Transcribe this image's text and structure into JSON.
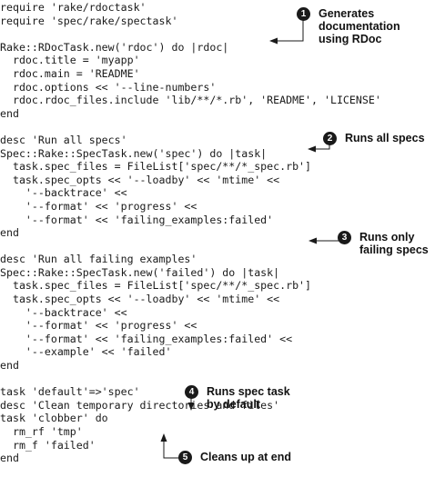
{
  "code_lines": [
    "require 'rake/rdoctask'",
    "require 'spec/rake/spectask'",
    "",
    "Rake::RDocTask.new('rdoc') do |rdoc|",
    "  rdoc.title = 'myapp'",
    "  rdoc.main = 'README'",
    "  rdoc.options << '--line-numbers'",
    "  rdoc.rdoc_files.include 'lib/**/*.rb', 'README', 'LICENSE'",
    "end",
    "",
    "desc 'Run all specs'",
    "Spec::Rake::SpecTask.new('spec') do |task|",
    "  task.spec_files = FileList['spec/**/*_spec.rb']",
    "  task.spec_opts << '--loadby' << 'mtime' <<",
    "    '--backtrace' <<",
    "    '--format' << 'progress' <<",
    "    '--format' << 'failing_examples:failed'",
    "end",
    "",
    "desc 'Run all failing examples'",
    "Spec::Rake::SpecTask.new('failed') do |task|",
    "  task.spec_files = FileList['spec/**/*_spec.rb']",
    "  task.spec_opts << '--loadby' << 'mtime' <<",
    "    '--backtrace' <<",
    "    '--format' << 'progress' <<",
    "    '--format' << 'failing_examples:failed' <<",
    "    '--example' << 'failed'",
    "end",
    "",
    "task 'default'=>'spec'",
    "desc 'Clean temporary directories and files'",
    "task 'clobber' do",
    "  rm_rf 'tmp'",
    "  rm_f 'failed'",
    "end"
  ],
  "annotations": [
    {
      "number": "1",
      "text": "Generates\ndocumentation\nusing RDoc"
    },
    {
      "number": "2",
      "text": "Runs all specs"
    },
    {
      "number": "3",
      "text": "Runs only\nfailing specs"
    },
    {
      "number": "4",
      "text": "Runs spec task\nby default"
    },
    {
      "number": "5",
      "text": "Cleans up at end"
    }
  ]
}
